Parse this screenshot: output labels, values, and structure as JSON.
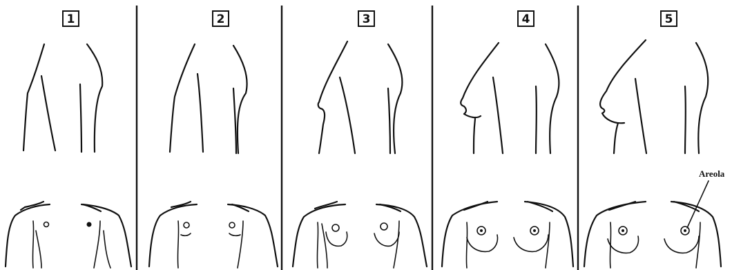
{
  "stages": [
    {
      "number": "1"
    },
    {
      "number": "2"
    },
    {
      "number": "3"
    },
    {
      "number": "4"
    },
    {
      "number": "5"
    }
  ],
  "annotation": {
    "label": "Areola"
  },
  "colors": {
    "ink": "#111111",
    "background": "#ffffff"
  }
}
